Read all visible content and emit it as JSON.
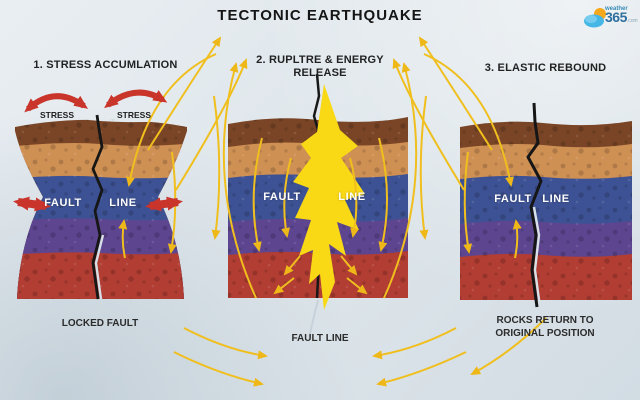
{
  "title": "TECTONIC EARTHQUAKE",
  "logo": {
    "word": "weather",
    "number": "365",
    "tld": ".com"
  },
  "panels": [
    {
      "heading": "1. STRESS ACCUMLATION",
      "stress_left": "STRESS",
      "stress_right": "STRESS",
      "fault_word": "FAULT",
      "line_word": "LINE",
      "caption": "LOCKED FAULT"
    },
    {
      "heading": "2. RUPLTRE & ENERGY",
      "heading_line2": "RELEASE",
      "fault_word": "FAULT",
      "line_word": "LINE",
      "caption": "FAULT LINE"
    },
    {
      "heading": "3. ELASTIC REBOUND",
      "fault_word": "FAULT",
      "line_word": "LINE",
      "caption": "ROCKS RETURN TO",
      "caption_line2": "ORIGINAL POSITION"
    }
  ],
  "colors": {
    "background": "#dfe7ec",
    "wave_arrow": "#f0bf1e",
    "stress_arrow": "#c9342b",
    "lightning": "#f9d916",
    "layer_topsoil": "#7a4526",
    "layer_sand": "#cf9054",
    "layer_blue_rock": "#3d5294",
    "layer_purple_rock": "#5d4590",
    "layer_red_rock": "#b13d33"
  }
}
